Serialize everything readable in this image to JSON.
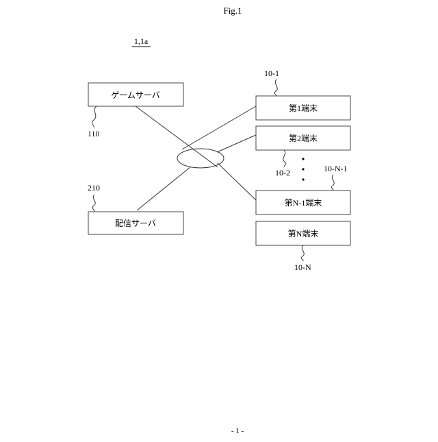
{
  "figure": {
    "title": "Fig.1",
    "system_label": "1,1a",
    "page_number": "- 1 -"
  },
  "servers": {
    "game": {
      "label": "ゲームサーバ",
      "ref": "110"
    },
    "delivery": {
      "label": "配信サーバ",
      "ref": "210"
    }
  },
  "terminals": [
    {
      "label": "第1端末",
      "ref": "10-1"
    },
    {
      "label": "第2端末",
      "ref": "10-2"
    },
    {
      "label": "第N-1端末",
      "ref": "10-N-1"
    },
    {
      "label": "第N端末",
      "ref": "10-N"
    }
  ]
}
